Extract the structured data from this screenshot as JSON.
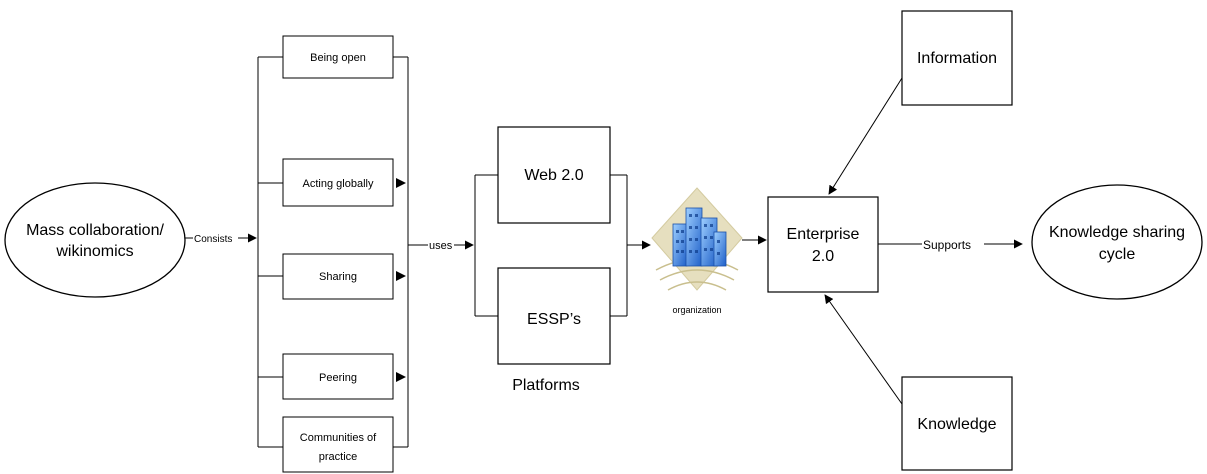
{
  "nodes": {
    "mass_collaboration": {
      "line1": "Mass collaboration/",
      "line2": "wikinomics"
    },
    "being_open": "Being open",
    "acting_globally": "Acting globally",
    "sharing": "Sharing",
    "peering": "Peering",
    "communities": {
      "line1": "Communities of",
      "line2": "practice"
    },
    "web20": "Web 2.0",
    "essp": "ESSP’s",
    "organization": "organization",
    "enterprise": {
      "line1": "Enterprise",
      "line2": "2.0"
    },
    "information": "Information",
    "knowledge": "Knowledge",
    "ks_cycle": {
      "line1": "Knowledge sharing",
      "line2": "cycle"
    }
  },
  "edges": {
    "consists": "Consists",
    "uses": "uses",
    "supports": "Supports"
  },
  "labels": {
    "platforms": "Platforms"
  },
  "colors": {
    "building_blue": "#2d6fd6",
    "building_light": "#8fc0f5",
    "diamond_bg": "#e6dfbf"
  }
}
